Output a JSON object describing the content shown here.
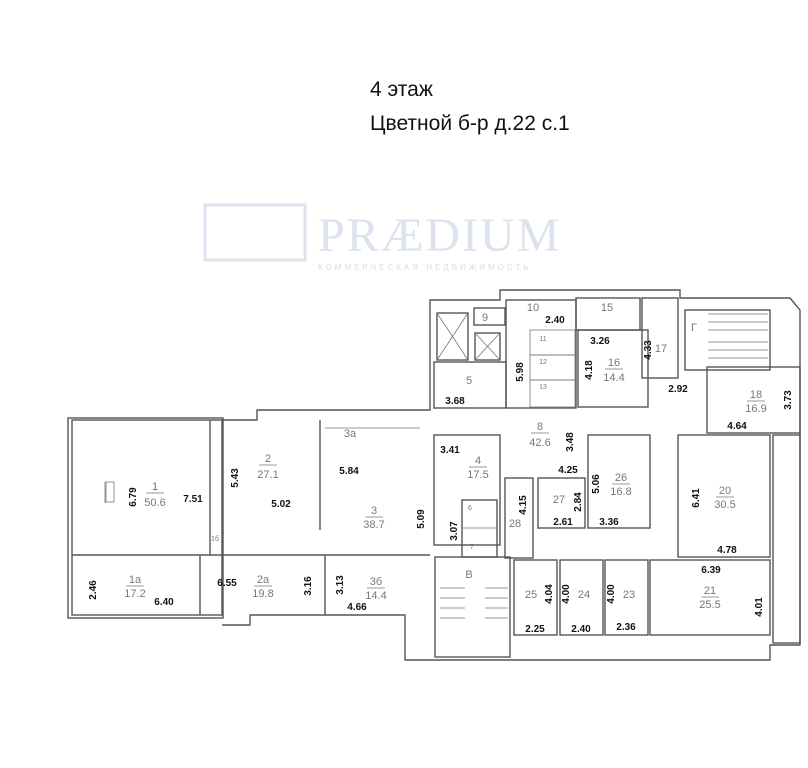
{
  "header": {
    "floor": "4 этаж",
    "address": "Цветной б-р д.22 с.1"
  },
  "watermark": {
    "brand": "PRÆDIUM",
    "tagline": "КОММЕРЧЕСКАЯ НЕДВИЖИМОСТЬ"
  },
  "rooms": {
    "r1": {
      "num": "1",
      "area": "50.6",
      "dims": [
        "6.79",
        "7.51"
      ]
    },
    "r1a": {
      "num": "1а",
      "area": "17.2",
      "dims": [
        "2.46",
        "6.40"
      ]
    },
    "r1b": {
      "num": "1б"
    },
    "r2": {
      "num": "2",
      "area": "27.1",
      "dims": [
        "5.43",
        "5.02"
      ]
    },
    "r2a": {
      "num": "2а",
      "area": "19.8",
      "dims": [
        "6.55",
        "3.16"
      ]
    },
    "r3": {
      "num": "3",
      "area": "38.7",
      "dims": [
        "5.84",
        "5.09"
      ]
    },
    "r3a": {
      "num": "3а"
    },
    "r3b": {
      "num": "3б",
      "area": "14.4",
      "dims": [
        "3.13",
        "4.66"
      ]
    },
    "r4": {
      "num": "4",
      "area": "17.5",
      "dims": [
        "3.41",
        "3.07",
        "5.09"
      ]
    },
    "r5": {
      "num": "5",
      "dims": [
        "3.68"
      ]
    },
    "r6": {
      "num": "6"
    },
    "r7": {
      "num": "7"
    },
    "r8": {
      "num": "8",
      "area": "42.6",
      "dims": [
        "3.48",
        "4.25"
      ]
    },
    "r9": {
      "num": "9"
    },
    "r10": {
      "num": "10",
      "dims": [
        "2.40",
        "5.98"
      ]
    },
    "r11": {
      "num": "11"
    },
    "r12": {
      "num": "12"
    },
    "r13": {
      "num": "13"
    },
    "r15": {
      "num": "15"
    },
    "r16": {
      "num": "16",
      "area": "14.4",
      "dims": [
        "3.26",
        "4.18"
      ]
    },
    "r17": {
      "num": "17",
      "dims": [
        "4.33",
        "2.92"
      ]
    },
    "r18": {
      "num": "18",
      "area": "16.9",
      "dims": [
        "3.73",
        "4.64"
      ]
    },
    "r20": {
      "num": "20",
      "area": "30.5",
      "dims": [
        "6.41",
        "4.78"
      ]
    },
    "r21": {
      "num": "21",
      "area": "25.5",
      "dims": [
        "6.39",
        "4.01"
      ]
    },
    "r23": {
      "num": "23",
      "dims": [
        "4.00",
        "2.36"
      ]
    },
    "r24": {
      "num": "24",
      "dims": [
        "4.00",
        "2.40"
      ]
    },
    "r25": {
      "num": "25",
      "dims": [
        "4.04",
        "2.25"
      ]
    },
    "r26": {
      "num": "26",
      "area": "16.8",
      "dims": [
        "5.06",
        "3.36"
      ]
    },
    "r27": {
      "num": "27",
      "dims": [
        "2.84",
        "2.61"
      ]
    },
    "r28": {
      "num": "28",
      "dims": [
        "4.15"
      ]
    },
    "stairG": {
      "num": "Г"
    },
    "stairV": {
      "num": "В"
    }
  }
}
